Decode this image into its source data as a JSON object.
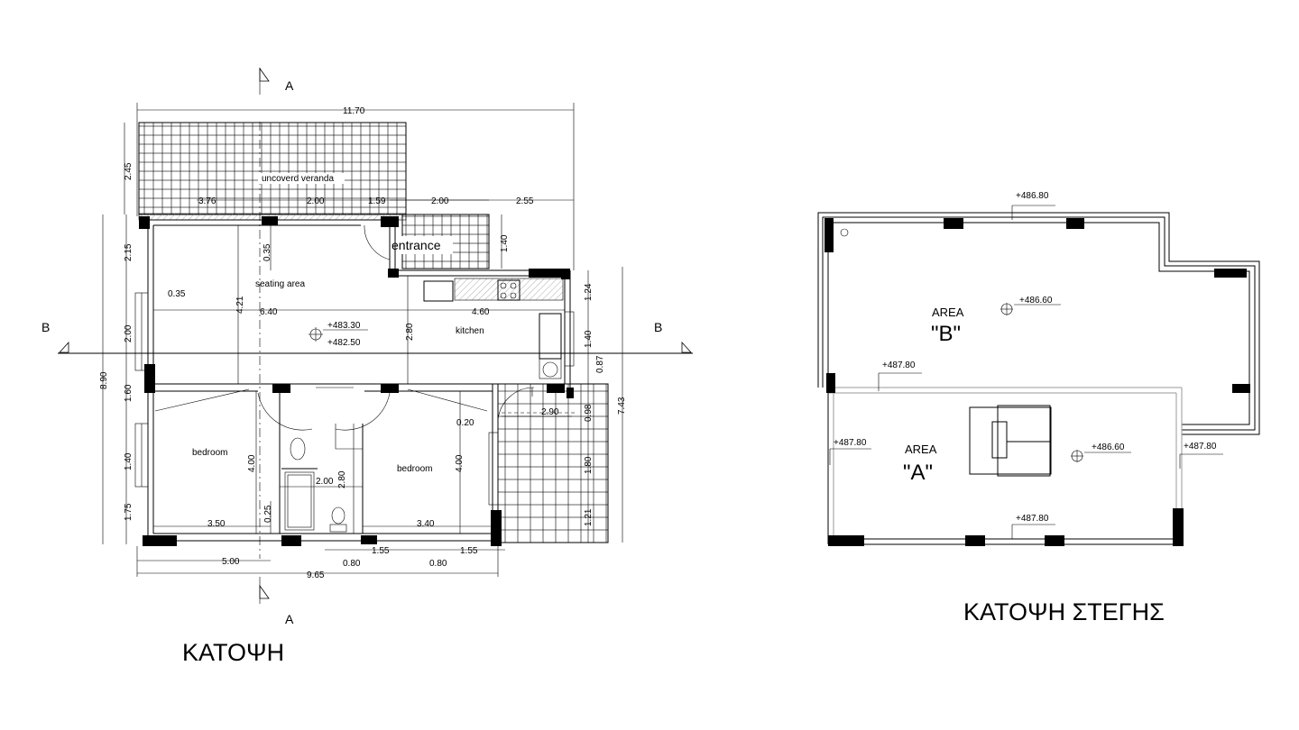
{
  "ground_plan": {
    "title": "ΚΑΤΟΨΗ",
    "section_marks": {
      "a_top": "A",
      "a_bottom": "A",
      "b_left": "B",
      "b_right": "B"
    },
    "rooms": {
      "veranda": "uncoverd veranda",
      "entrance": "entrance",
      "seating": "seating area",
      "kitchen": "kitchen",
      "bedroom_left": "bedroom",
      "bedroom_right": "bedroom"
    },
    "levels": {
      "upper": "+483.30",
      "lower": "+482.50"
    },
    "dimensions": {
      "overall_width": "11.70",
      "veranda_depth": "2.45",
      "ver_seg1": "3.76",
      "ver_seg2": "2.00",
      "ver_seg3": "1.59",
      "ent_width": "2.00",
      "ent_right": "2.55",
      "ent_depth": "1.40",
      "left_v1": "2.15",
      "left_v2": "2.00",
      "left_v3": "1.60",
      "left_v4": "1.40",
      "left_v5": "1.75",
      "left_total": "8.90",
      "wall_offset": "0.35",
      "seating_h": "0.35",
      "seating_depth": "4.21",
      "seating_width": "6.40",
      "kitchen_width": "4.60",
      "kitchen_depth": "2.80",
      "right_v1": "1.24",
      "right_v2": "1.40",
      "right_v3": "0.87",
      "right_v4": "0.98",
      "right_v5": "1.80",
      "right_v6": "1.21",
      "right_total": "7.43",
      "terrace_width": "2.90",
      "bed_r_offset": "0.20",
      "bed_l_depth": "4.00",
      "bed_r_depth": "4.00",
      "bath_width": "2.00",
      "bath_depth": "2.80",
      "bath_wall": "0.25",
      "bed_l_width": "3.50",
      "bed_r_width": "3.40",
      "bottom_5": "5.00",
      "bottom_total": "9.65",
      "win_080_a": "0.80",
      "win_155_a": "1.55",
      "win_080_b": "0.80",
      "win_155_b": "1.55"
    }
  },
  "roof_plan": {
    "title": "ΚΑΤΟΨΗ ΣΤΕΓΗΣ",
    "area_word_b": "AREA",
    "area_letter_b": "\"B\"",
    "area_word_a": "AREA",
    "area_letter_a": "\"A\"",
    "levels": {
      "top": "+486.80",
      "area_b": "+486.60",
      "divider": "+487.80",
      "left": "+487.80",
      "area_a": "+486.60",
      "right": "+487.80",
      "bottom": "+487.80"
    }
  }
}
